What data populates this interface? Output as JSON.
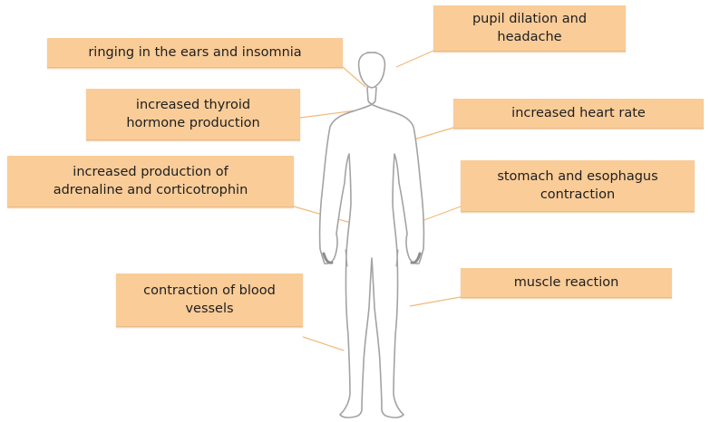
{
  "colors": {
    "label_fill": "#f9cc98",
    "body_fill": "#ffffff",
    "body_outline": "#a3a3a3",
    "leader_line": "#f2b978"
  },
  "figure": {
    "icon": "human-body-silhouette-icon"
  },
  "labels": {
    "pupil": "pupil dilation and\nheadache",
    "ringing": "ringing in the ears and insomnia",
    "thyroid": "increased thyroid\nhormone production",
    "heart": "increased heart rate",
    "adrenal": "increased production of\nadrenaline and corticotrophin",
    "stomach": "stomach and esophagus\ncontraction",
    "muscle": "muscle reaction",
    "vessels": "contraction of blood\nvessels"
  }
}
